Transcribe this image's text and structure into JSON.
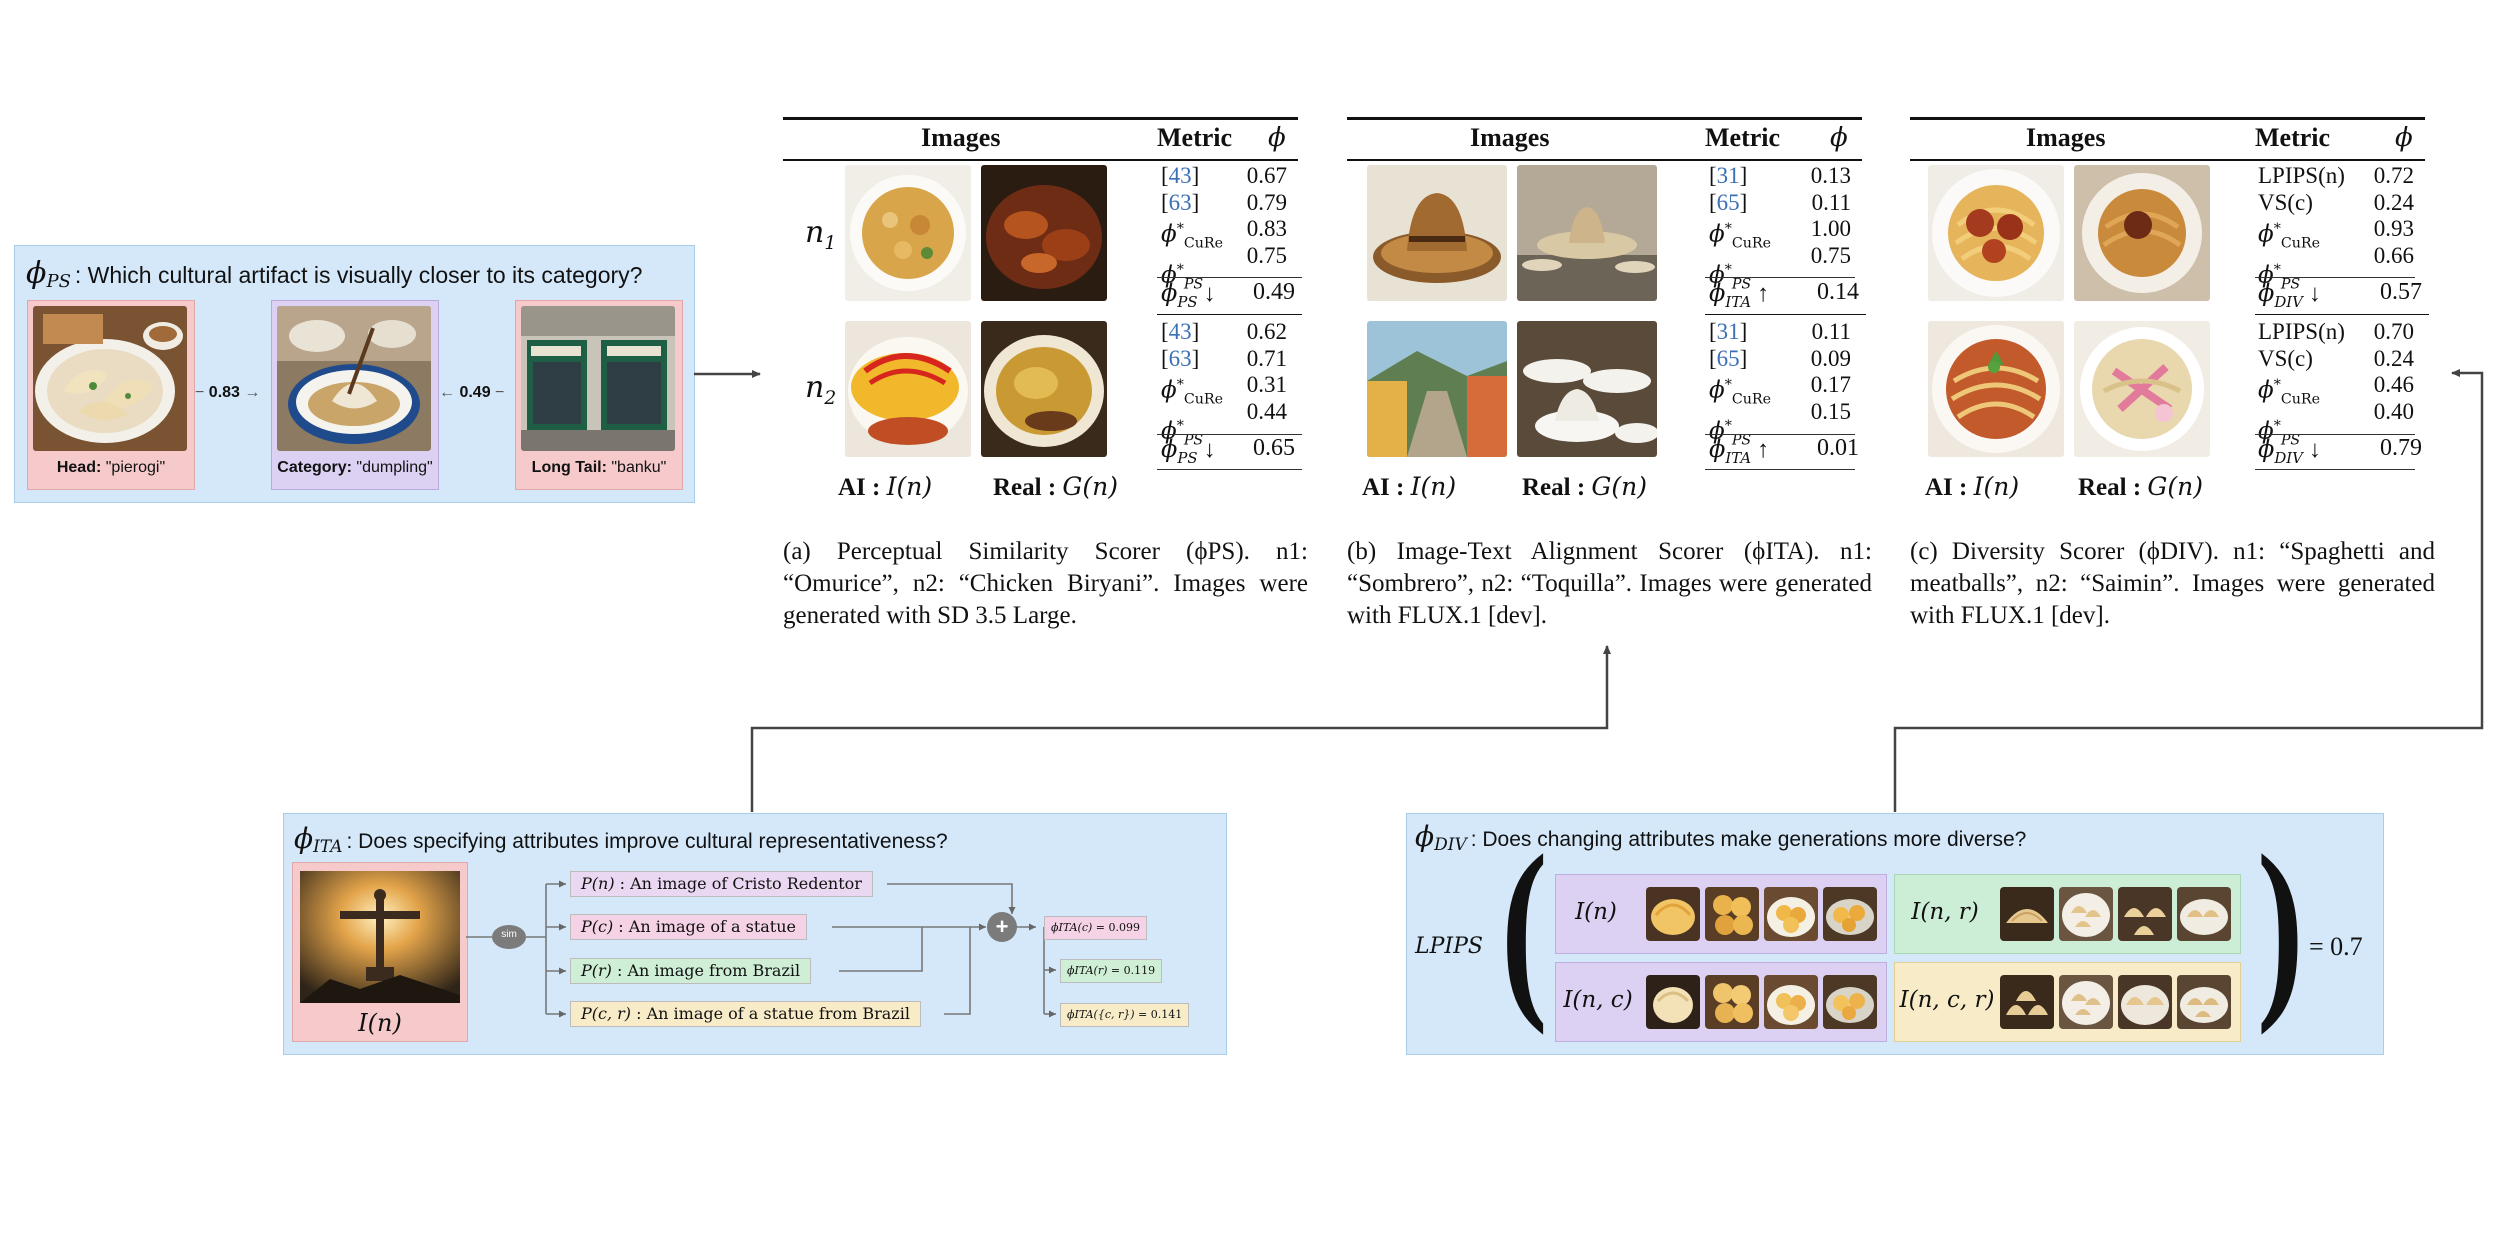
{
  "ps_panel": {
    "phi": "ϕ",
    "sub": "PS",
    "question": ": Which cultural artifact is visually closer to its category?",
    "head": {
      "label": "Head:",
      "value": " \"pierogi\""
    },
    "category": {
      "label": "Category:",
      "value": " \"dumpling\""
    },
    "longtail": {
      "label": "Long Tail:",
      "value": " \"banku\""
    },
    "score_head": "0.83",
    "score_tail": "0.49"
  },
  "table_headers": {
    "images": "Images",
    "metric": "Metric",
    "phi": "ϕ"
  },
  "row_labels": {
    "n1": "n",
    "n1_sub": "1",
    "n2": "n",
    "n2_sub": "2"
  },
  "axis_labels": {
    "ai": "AI :",
    "ai_math": "I(n)",
    "real": "Real :",
    "real_math": "G(n)"
  },
  "table_a": {
    "row1": {
      "m1": "43",
      "m2": "63",
      "v": [
        "0.67",
        "0.79",
        "0.83",
        "0.75"
      ],
      "summary": "0.49"
    },
    "row2": {
      "m1": "43",
      "m2": "63",
      "v": [
        "0.62",
        "0.71",
        "0.31",
        "0.44"
      ],
      "summary": "0.65"
    },
    "caption": "(a) Perceptual Similarity Scorer (ϕPS). n1: “Omurice”, n2: “Chicken Biryani”. Images were generated with SD 3.5 Large."
  },
  "table_b": {
    "row1": {
      "m1": "31",
      "m2": "65",
      "v": [
        "0.13",
        "0.11",
        "1.00",
        "0.75"
      ],
      "summary": "0.14"
    },
    "row2": {
      "m1": "31",
      "m2": "65",
      "v": [
        "0.11",
        "0.09",
        "0.17",
        "0.15"
      ],
      "summary": "0.01"
    },
    "caption": "(b) Image-Text Alignment Scorer (ϕITA). n1: “Sombrero”, n2: “Toquilla”. Images were generated with FLUX.1 [dev]."
  },
  "table_c": {
    "row1": {
      "m1": "LPIPS(n)",
      "m2": "VS(c)",
      "v": [
        "0.72",
        "0.24",
        "0.93",
        "0.66"
      ],
      "summary": "0.57"
    },
    "row2": {
      "m1": "LPIPS(n)",
      "m2": "VS(c)",
      "v": [
        "0.70",
        "0.24",
        "0.46",
        "0.40"
      ],
      "summary": "0.79"
    },
    "caption": "(c) Diversity Scorer (ϕDIV). n1: “Spaghetti and meatballs”, n2: “Saimin”. Images were generated with FLUX.1 [dev]."
  },
  "ita_panel": {
    "question": ": Does specifying attributes improve cultural representativeness?",
    "image_label": "I(n)",
    "sim": "sim",
    "plus": "+",
    "prompts": [
      {
        "math": "P(n)",
        "text": " : An image of Cristo Redentor"
      },
      {
        "math": "P(c)",
        "text": " : An image of a statue"
      },
      {
        "math": "P(r)",
        "text": " : An image from Brazil"
      },
      {
        "math": "P(c, r)",
        "text": " : An image of a statue from Brazil"
      }
    ],
    "outputs": [
      {
        "math": "ϕITA(c)",
        "value": " = 0.099"
      },
      {
        "math": "ϕITA(r)",
        "value": " = 0.119"
      },
      {
        "math": "ϕITA({c, r})",
        "value": " = 0.141"
      }
    ]
  },
  "div_panel": {
    "question": ": Does changing attributes make generations more diverse?",
    "lpips": "LPIPS",
    "result": "= 0.7",
    "groups": [
      "I(n)",
      "I(n, r)",
      "I(n, c)",
      "I(n, c, r)"
    ]
  },
  "colors": {
    "panel_blue": "#d4e8fa",
    "pink": "#f6c9cb",
    "purple": "#dcd0f3",
    "green": "#cdeed6",
    "yellow": "#f8ecc8",
    "ref_blue": "#3b6fb6"
  }
}
